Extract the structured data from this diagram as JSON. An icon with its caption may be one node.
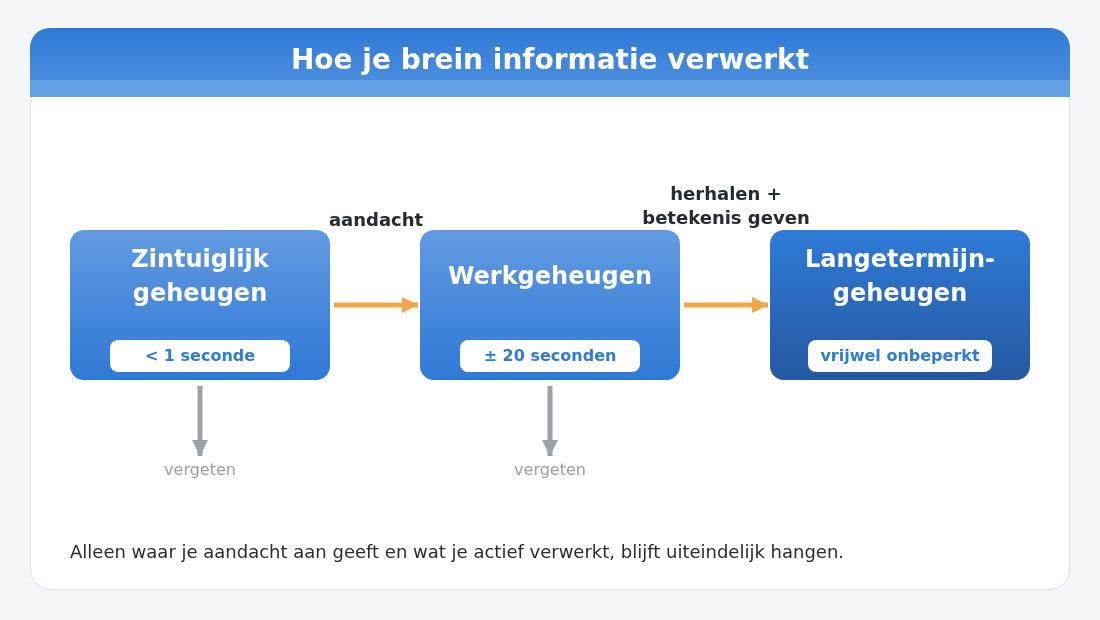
{
  "diagram": {
    "title": "Hoe je brein informatie verwerkt",
    "caption": "Alleen waar je aandacht aan geeft en wat je actief verwerkt, blijft uiteindelijk hangen.",
    "nodes": [
      {
        "text": [
          "Zintuiglijk geheugen"
        ]
      },
      {
        "text": [
          "< 1 seconde"
        ],
        "in": 0
      },
      {
        "text": [
          "Werkgeheugen"
        ]
      },
      {
        "text": [
          "± 20 seconden"
        ],
        "in": 2
      },
      {
        "text": [
          "Langetermijn-geheugen"
        ]
      },
      {
        "text": [
          "vrijwel onbeperkt"
        ],
        "in": 4
      },
      {
        "text": [
          "vergeten"
        ]
      },
      {
        "text": [
          "vergeten"
        ]
      }
    ],
    "edges": [
      {
        "from": 0,
        "to": 2,
        "arrow": "to",
        "label": "aandacht",
        "color": "#f2a54a"
      },
      {
        "from": 2,
        "to": 4,
        "arrow": "to",
        "label": "herhalen + betekenis geven",
        "color": "#f2a54a"
      },
      {
        "from": 0,
        "to": 6,
        "arrow": "to",
        "color": "#9ba1ab"
      },
      {
        "from": 2,
        "to": 7,
        "arrow": "to",
        "color": "#9ba1ab"
      }
    ]
  }
}
